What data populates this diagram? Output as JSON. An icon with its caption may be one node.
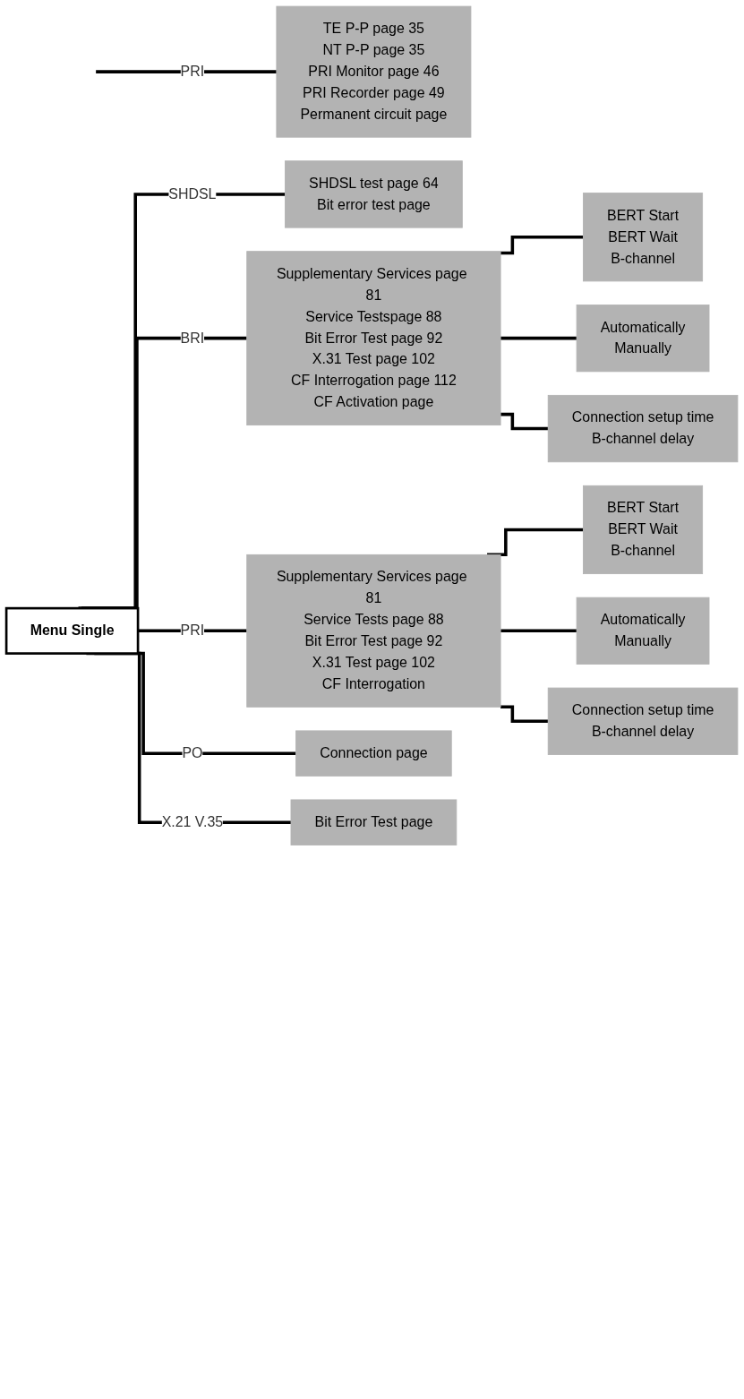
{
  "diagram": {
    "nodes": [
      {
        "text": [
          "TE P-P page 35",
          "NT P-P page 35",
          "PRI Monitor page 46",
          "PRI Recorder page 49",
          "Permanent circuit page"
        ]
      },
      {
        "text": [
          "Menu Single"
        ]
      },
      {
        "text": [
          "SHDSL test page 64",
          "Bit error test page"
        ]
      },
      {
        "text": [
          "Supplementary Services page 81",
          "Service Testspage 88",
          "Bit Error Test page 92",
          "X.31 Test page 102",
          "CF Interrogation page 112",
          "CF Activation page"
        ]
      },
      {
        "text": [
          "BERT Start",
          "BERT Wait",
          "B-channel"
        ]
      },
      {
        "text": [
          "Automatically",
          "Manually"
        ]
      },
      {
        "text": [
          "Connection setup time",
          "B-channel delay"
        ]
      },
      {
        "text": [
          "Supplementary Services page 81",
          "Service Tests page 88",
          "Bit Error Test page 92",
          "X.31 Test page 102",
          "CF Interrogation"
        ]
      },
      {
        "text": [
          "BERT Start",
          "BERT Wait",
          "B-channel"
        ]
      },
      {
        "text": [
          "Automatically",
          "Manually"
        ]
      },
      {
        "text": [
          "Connection setup time",
          "B-channel delay"
        ]
      },
      {
        "text": [
          "Connection page"
        ]
      },
      {
        "text": [
          "Bit Error Test page"
        ]
      }
    ],
    "edges": [
      {
        "from": null,
        "to": 0,
        "arrow": "none",
        "label": "PRI"
      },
      {
        "from": 1,
        "to": 2,
        "arrow": "none",
        "label": "SHDSL"
      },
      {
        "from": 1,
        "to": 3,
        "arrow": "none",
        "label": "BRI"
      },
      {
        "from": 1,
        "to": 7,
        "arrow": "none",
        "label": "PRI"
      },
      {
        "from": 1,
        "to": 11,
        "arrow": "none",
        "label": "PO"
      },
      {
        "from": 1,
        "to": 12,
        "arrow": "none",
        "label": "X.21 V.35"
      },
      {
        "from": 3,
        "to": 4,
        "arrow": "none"
      },
      {
        "from": 3,
        "to": 5,
        "arrow": "none"
      },
      {
        "from": 3,
        "to": 6,
        "arrow": "none"
      },
      {
        "from": 7,
        "to": 8,
        "arrow": "none"
      },
      {
        "from": 7,
        "to": 9,
        "arrow": "none"
      },
      {
        "from": 7,
        "to": 10,
        "arrow": "none"
      }
    ]
  }
}
